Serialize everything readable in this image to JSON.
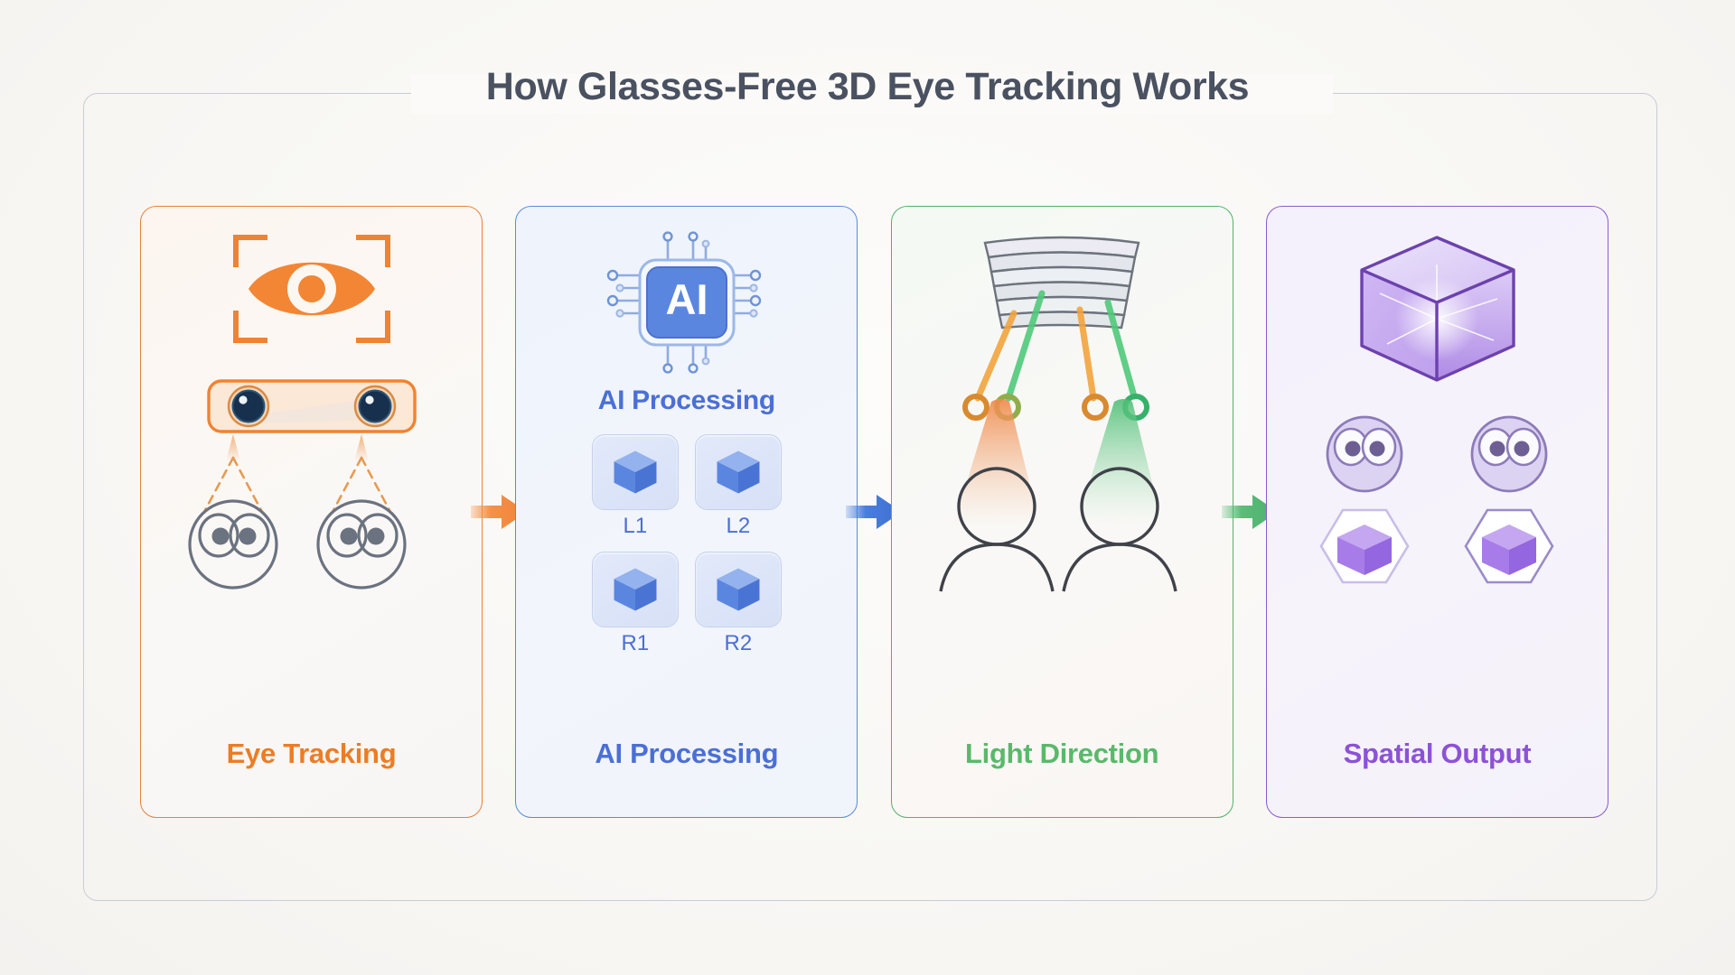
{
  "title": "How Glasses-Free 3D Eye Tracking Works",
  "colors": {
    "title": "#4a5160",
    "frame_border": "#c8ccd8",
    "background": "#fbfaf8",
    "orange": "#ed7c23",
    "blue": "#4b6fd6",
    "green": "#58b96b",
    "purple": "#8c52d6",
    "head_outline": "#6b7280",
    "lens_dark": "#16304e"
  },
  "panels": [
    {
      "id": "eye-tracking",
      "label": "Eye Tracking",
      "accent": "#ed7c23",
      "icons": [
        "eye-scan-icon",
        "stereo-camera-bar-icon",
        "viewer-head-icon",
        "viewer-head-icon"
      ],
      "detail": {
        "camera_lenses": 2,
        "tracked_viewers": 2,
        "beam_style": "dashed"
      }
    },
    {
      "id": "ai-processing",
      "label": "AI Processing",
      "accent": "#4b6fd6",
      "heading": "AI Processing",
      "chip_text": "AI",
      "icons": [
        "ai-chip-icon",
        "cube-tile-icon"
      ],
      "tiles": [
        {
          "label": "L1"
        },
        {
          "label": "L2"
        },
        {
          "label": "R1"
        },
        {
          "label": "R2"
        }
      ]
    },
    {
      "id": "light-direction",
      "label": "Light Direction",
      "accent": "#58b96b",
      "icons": [
        "lenticular-display-icon",
        "light-ray-icon",
        "viewer-silhouette-icon"
      ],
      "detail": {
        "layers": 6,
        "rays": [
          {
            "color": "#f2a33c"
          },
          {
            "color": "#4fc97a"
          },
          {
            "color": "#f2a33c"
          },
          {
            "color": "#4fc97a"
          }
        ],
        "cones": [
          {
            "color": "#f08b4c"
          },
          {
            "color": "#5cc27e"
          }
        ]
      }
    },
    {
      "id": "spatial-output",
      "label": "Spatial Output",
      "accent": "#8c52d6",
      "icons": [
        "wireframe-cube-icon",
        "viewer-head-icon",
        "hex-cube-icon"
      ],
      "detail": {
        "viewers": 2,
        "output_cubes": 2
      }
    }
  ],
  "arrows": [
    {
      "name": "arrow-eye-to-ai",
      "color": "#f59148"
    },
    {
      "name": "arrow-ai-to-light",
      "color": "#4a7ede"
    },
    {
      "name": "arrow-light-to-output",
      "color": "#5cbd79"
    }
  ]
}
